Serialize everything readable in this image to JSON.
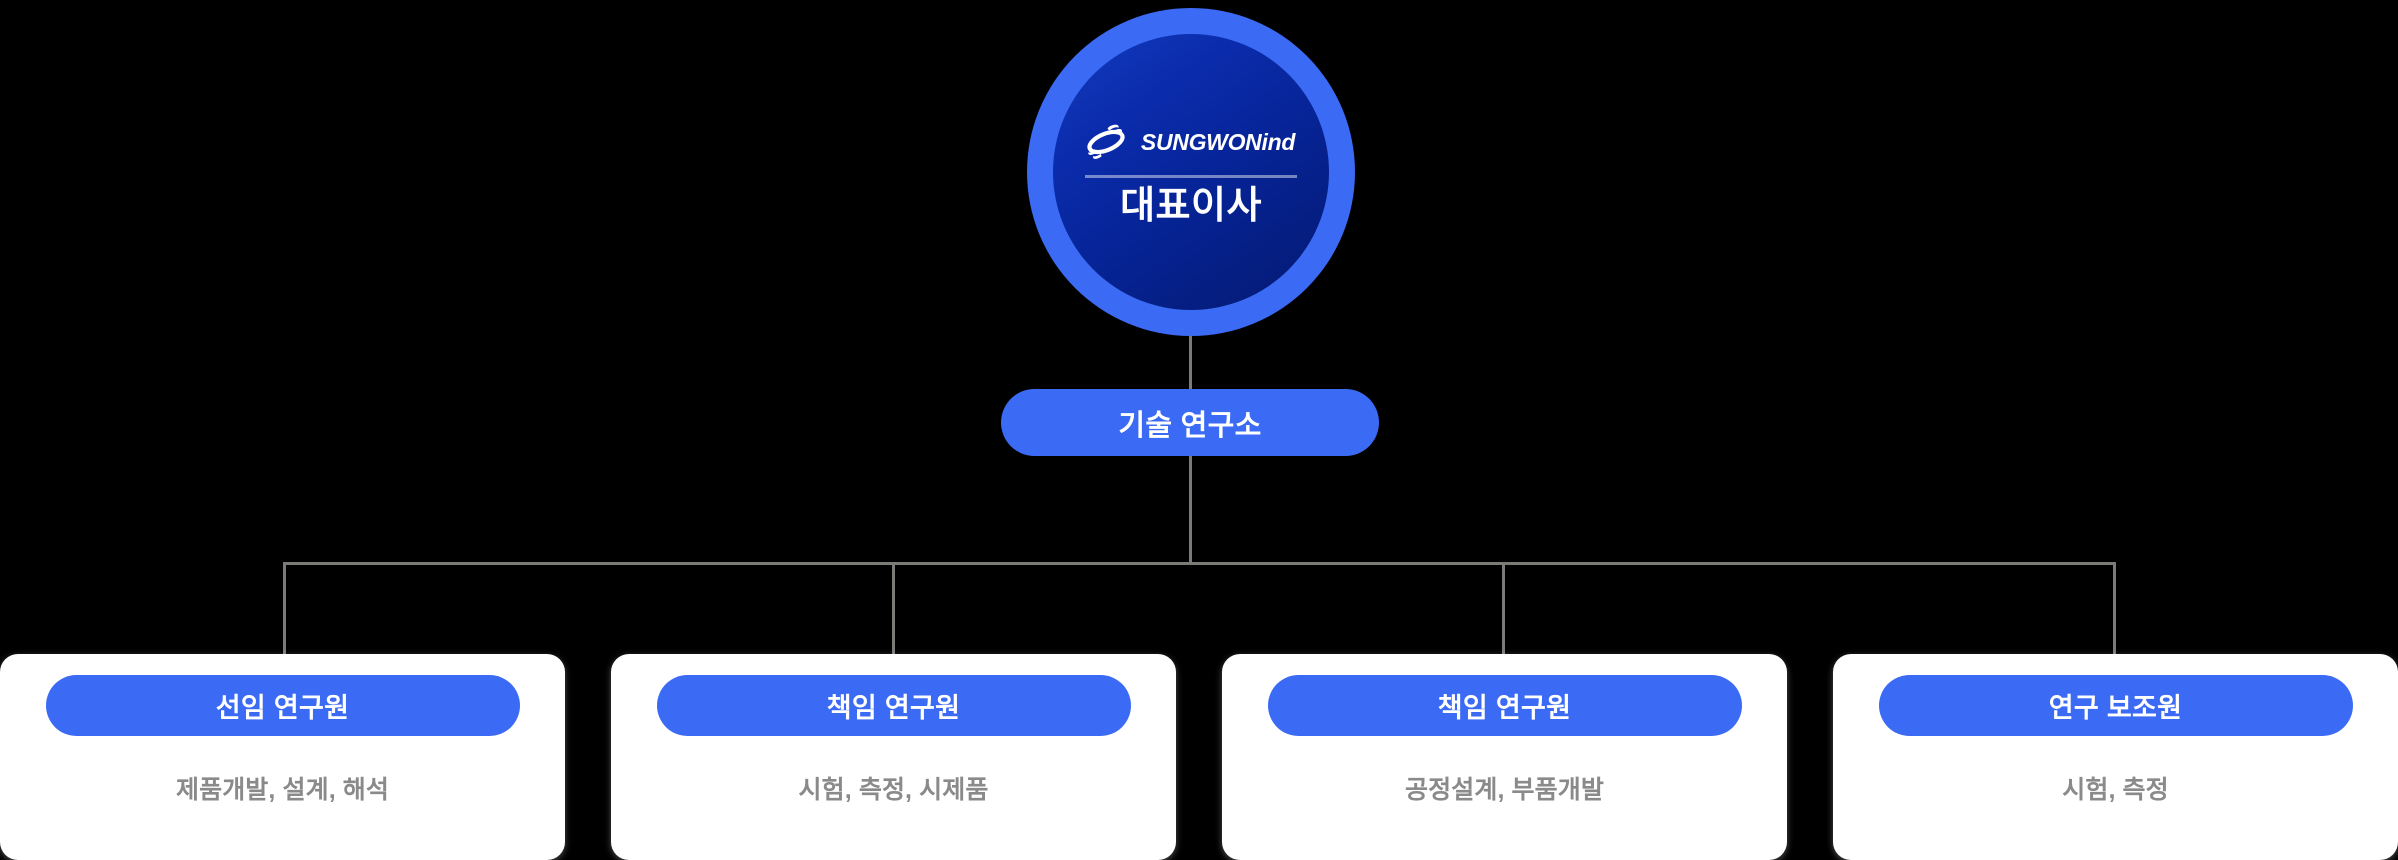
{
  "colors": {
    "background": "#000000",
    "accent_blue": "#3b6af4",
    "deep_navy": "#062394",
    "card_background": "#ffffff",
    "description_gray": "#8a8a8a",
    "connector_gray": "#7b7b78"
  },
  "ceo": {
    "logo_text": "SUNGWONind",
    "title": "대표이사"
  },
  "mid": {
    "label": "기술 연구소"
  },
  "cards": [
    {
      "title": "선임 연구원",
      "description": "제품개발, 설계, 해석"
    },
    {
      "title": "책임 연구원",
      "description": "시험, 측정, 시제품"
    },
    {
      "title": "책임 연구원",
      "description": "공정설계, 부품개발"
    },
    {
      "title": "연구 보조원",
      "description": "시험, 측정"
    }
  ]
}
